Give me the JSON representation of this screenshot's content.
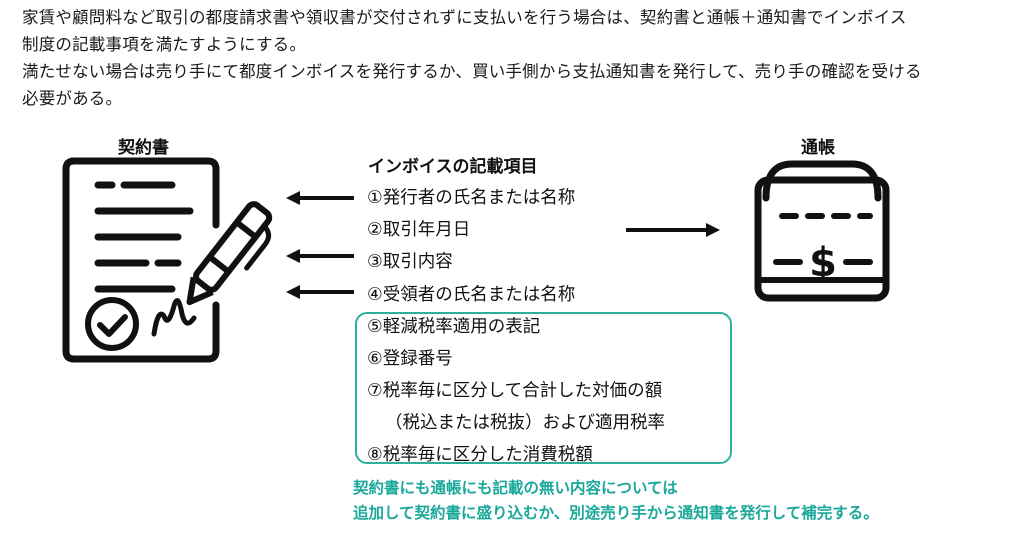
{
  "intro": {
    "line1": "家賃や顧問料など取引の都度請求書や領収書が交付されずに支払いを行う場合は、契約書と通帳＋通知書でインボイス",
    "line2": "制度の記載事項を満たすようにする。",
    "line3": "満たせない場合は売り手にて都度インボイスを発行するか、買い手側から支払通知書を発行して、売り手の確認を受ける",
    "line4": "必要がある。"
  },
  "contract_label": "契約書",
  "passbook_label": "通帳",
  "items_heading": "インボイスの記載項目",
  "items": [
    "①発行者の氏名または名称",
    "②取引年月日",
    "③取引内容",
    "④受領者の氏名または名称",
    "⑤軽減税率適用の表記",
    "⑥登録番号",
    "⑦税率毎に区分して合計した対価の額",
    "（税込または税抜）および適用税率",
    "⑧税率毎に区分した消費税額"
  ],
  "note": {
    "line1": "契約書にも通帳にも記載の無い内容については",
    "line2": "追加して契約書に盛り込むか、別途売り手から通知書を発行して補完する。"
  },
  "passbook_icon_text": "$",
  "colors": {
    "accent_green": "#2bb09b",
    "note_green": "#1aa89a",
    "ink": "#1a1a1a"
  },
  "icons": [
    "contract-document-icon",
    "pen-icon",
    "checkmark-seal-icon",
    "passbook-icon",
    "arrow-left-icon",
    "arrow-right-icon"
  ]
}
